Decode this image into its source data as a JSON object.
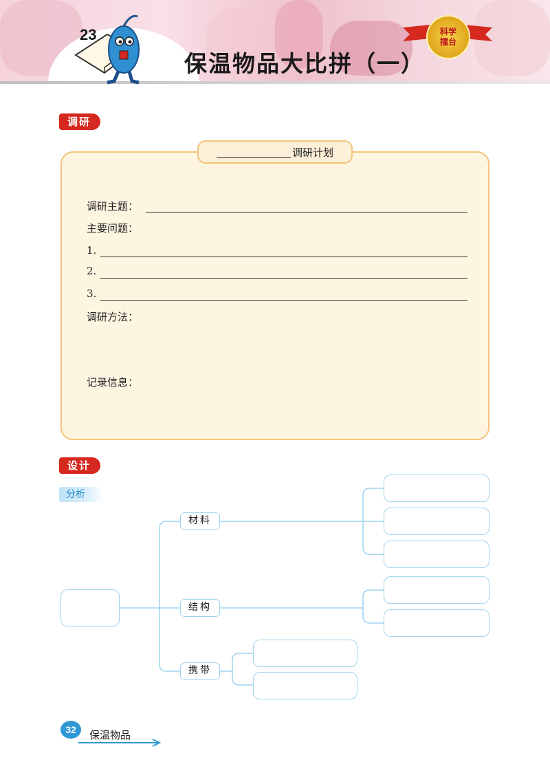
{
  "header": {
    "lesson_number": "23",
    "title": "保温物品大比拼（一）",
    "badge_line1": "科学",
    "badge_line2": "擂台"
  },
  "research": {
    "section_label": "调研",
    "plan_title": "调研计划",
    "topic_label": "调研主题：",
    "questions_label": "主要问题：",
    "q1": "1.",
    "q2": "2.",
    "q3": "3.",
    "method_label": "调研方法：",
    "record_label": "记录信息："
  },
  "design": {
    "section_label": "设计",
    "analysis_tag": "分析",
    "branches": [
      "材料",
      "结构",
      "携带"
    ]
  },
  "footer": {
    "page_number": "32",
    "unit_name": "保温物品"
  },
  "colors": {
    "section_red": "#d5281f",
    "box_border": "#f4c37a",
    "box_fill": "#fef5e1",
    "mindmap_line": "#9fd3ef",
    "footer_blue": "#2f98d5"
  }
}
